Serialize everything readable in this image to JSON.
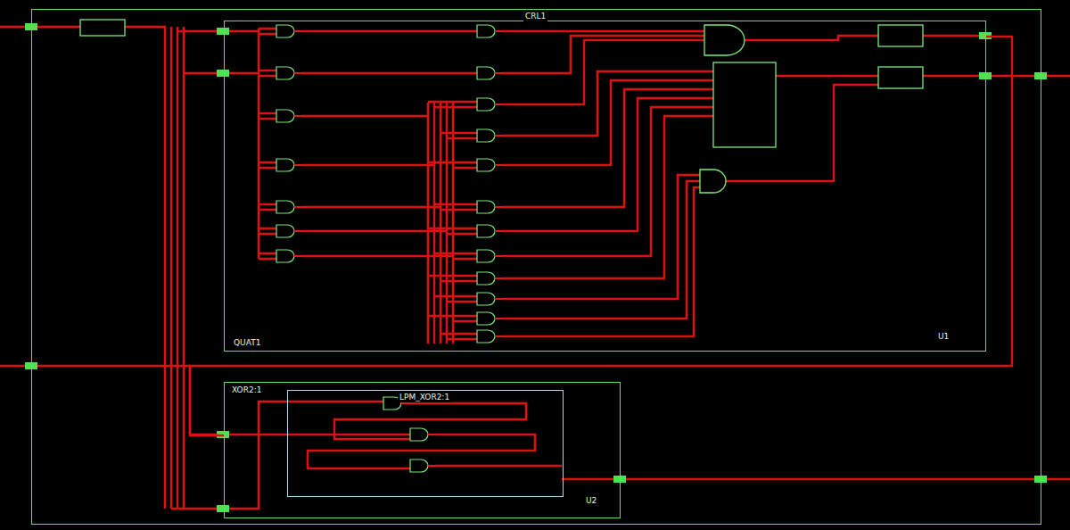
{
  "diagram": {
    "nodes": [
      {
        "text": [
          "CRL1"
        ]
      },
      {
        "text": [
          "QUAT1"
        ],
        "in": 0
      },
      {
        "text": [
          "XOR2:1"
        ],
        "in": 0
      },
      {
        "text": [
          "LPM_XOR2:1"
        ],
        "in": 2
      }
    ],
    "edges": [
      {
        "from": 1,
        "to": 2,
        "arrow": "none"
      }
    ],
    "labels": [
      "U1",
      "U2"
    ]
  }
}
